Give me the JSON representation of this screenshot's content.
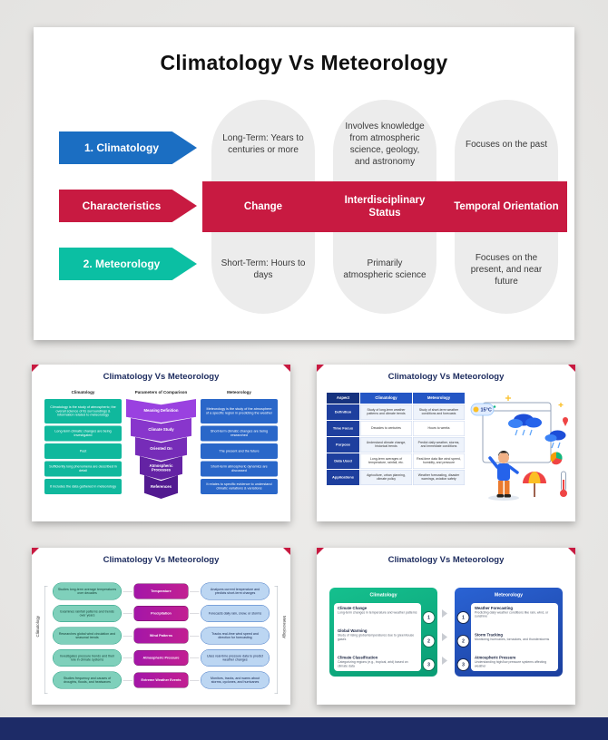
{
  "accent_colors": {
    "blue": "#1b6ec2",
    "red": "#c81a41",
    "teal": "#0bbfa3",
    "purple": "#7d2fc4",
    "navy_title": "#1c2b5e",
    "footer_navy": "#1d2b67"
  },
  "slides": {
    "main": {
      "title": "Climatology Vs Meteorology",
      "rows": [
        {
          "label": "1. Climatology"
        },
        {
          "label": "Characteristics"
        },
        {
          "label": "2. Meteorology"
        }
      ],
      "columns": [
        {
          "top": "Long-Term: Years to centuries or more",
          "middle": "Change",
          "bottom": "Short-Term: Hours to days"
        },
        {
          "top": "Involves knowledge from atmospheric science, geology, and astronomy",
          "middle": "Interdisciplinary Status",
          "bottom": "Primarily atmospheric science"
        },
        {
          "top": "Focuses on the past",
          "middle": "Temporal Orientation",
          "bottom": "Focuses on the present, and near future"
        }
      ]
    },
    "chevron": {
      "title": "Climatology Vs Meteorology",
      "headers": {
        "left": "Climatology",
        "center": "Parameters of Comparison",
        "right": "Meteorology"
      },
      "params": [
        "Meaning Definition",
        "Climate Study",
        "Oriented On",
        "Atmospheric Processes",
        "References"
      ],
      "left": [
        "Climatology is the study of atmospheric; the overall science of its surroundings & information related to meteorology",
        "Long-term climatic changes are being investigated",
        "Past",
        "Sufficiently long phenomena are described in detail",
        "It includes the data gathered in meteorology"
      ],
      "right": [
        "Meteorology is the study of the atmosphere of a specific region in predicting the weather",
        "Short-term climatic changes are being researched",
        "The present and the future",
        "Short-term atmospheric dynamics are discussed",
        "It relates to specific evidence to understand climatic variations & variations"
      ]
    },
    "aspect": {
      "title": "Climatology Vs Meteorology",
      "headers": [
        "Aspect",
        "Climatology",
        "Meteorology"
      ],
      "rows": [
        {
          "aspect": "Definition",
          "clim": "Study of long-term weather patterns and climate trends",
          "met": "Study of short-term weather conditions and forecasts"
        },
        {
          "aspect": "Time Focus",
          "clim": "Decades to centuries",
          "met": "Hours to weeks"
        },
        {
          "aspect": "Purpose",
          "clim": "Understand climate change, historical trends",
          "met": "Predict daily weather, storms, and immediate conditions"
        },
        {
          "aspect": "Data Used",
          "clim": "Long-term averages of temperature, rainfall, etc.",
          "met": "Real-time data like wind speed, humidity, and pressure"
        },
        {
          "aspect": "Applications",
          "clim": "Agriculture, urban planning, climate policy",
          "met": "Weather forecasting, disaster warnings, aviation safety"
        }
      ],
      "illustration": {
        "temp": "15°C"
      }
    },
    "flow": {
      "title": "Climatology Vs Meteorology",
      "left_label": "Climatology",
      "right_label": "Meteorology",
      "center": [
        "Temperature",
        "Precipitation",
        "Wind Patterns",
        "Atmospheric Pressure",
        "Extreme Weather Events"
      ],
      "left": [
        "Studies long-term average temperatures over decades",
        "Examines rainfall patterns and trends over years",
        "Researches global wind circulation and seasonal trends",
        "Investigates pressure trends and their role in climate systems",
        "Studies frequency and causes of droughts, floods, and heatwaves"
      ],
      "right": [
        "Analyzes current temperature and predicts short-term changes",
        "Forecasts daily rain, snow, or storms",
        "Tracks real-time wind speed and direction for forecasting",
        "Uses real-time pressure data to predict weather changes",
        "Monitors, tracks, and warns about storms, cyclones, and hurricanes"
      ]
    },
    "panels": {
      "title": "Climatology Vs Meteorology",
      "left": {
        "header": "Climatology",
        "items": [
          {
            "num": "1",
            "title": "Climate Change",
            "desc": "Long-term changes in temperature and weather patterns"
          },
          {
            "num": "2",
            "title": "Global Warming",
            "desc": "Study of rising global temperatures due to greenhouse gases"
          },
          {
            "num": "3",
            "title": "Climate Classification",
            "desc": "Categorizing regions (e.g., tropical, arid) based on climate data"
          }
        ]
      },
      "right": {
        "header": "Meteorology",
        "items": [
          {
            "num": "1",
            "title": "Weather Forecasting",
            "desc": "Predicting daily weather conditions like rain, wind, or sunshine"
          },
          {
            "num": "2",
            "title": "Storm Tracking",
            "desc": "Monitoring hurricanes, tornadoes, and thunderstorms"
          },
          {
            "num": "3",
            "title": "Atmospheric Pressure",
            "desc": "Understanding high/low pressure systems affecting weather"
          }
        ]
      }
    }
  }
}
